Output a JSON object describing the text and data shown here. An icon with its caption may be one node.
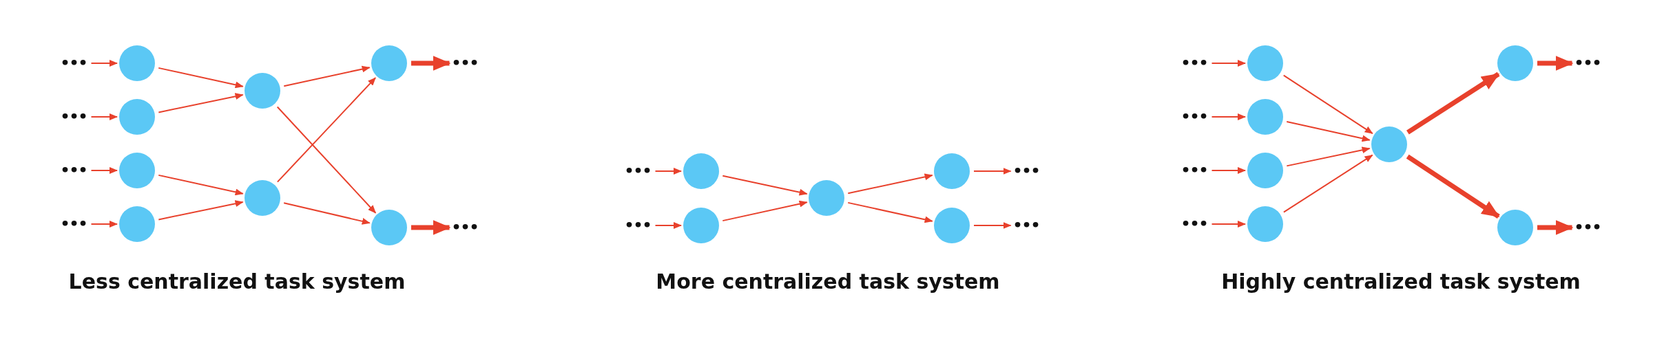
{
  "diagram": {
    "nodes": [
      {
        "text": [
          "•••"
        ]
      },
      {
        "text": [
          "•••"
        ]
      },
      {
        "text": [
          "•••"
        ]
      },
      {
        "text": [
          "•••"
        ]
      },
      {
        "text": [],
        "shape": "circle"
      },
      {
        "text": [],
        "shape": "circle"
      },
      {
        "text": [],
        "shape": "circle"
      },
      {
        "text": [],
        "shape": "circle"
      },
      {
        "text": [],
        "shape": "circle"
      },
      {
        "text": [],
        "shape": "circle"
      },
      {
        "text": [],
        "shape": "circle"
      },
      {
        "text": [],
        "shape": "circle"
      },
      {
        "text": [
          "•••"
        ]
      },
      {
        "text": [
          "•••"
        ]
      },
      {
        "text": [
          "•••"
        ]
      },
      {
        "text": [
          "•••"
        ]
      },
      {
        "text": [],
        "shape": "circle"
      },
      {
        "text": [],
        "shape": "circle"
      },
      {
        "text": [],
        "shape": "circle"
      },
      {
        "text": [],
        "shape": "circle"
      },
      {
        "text": [],
        "shape": "circle"
      },
      {
        "text": [
          "•••"
        ]
      },
      {
        "text": [
          "•••"
        ]
      },
      {
        "text": [
          "•••"
        ]
      },
      {
        "text": [
          "•••"
        ]
      },
      {
        "text": [
          "•••"
        ]
      },
      {
        "text": [
          "•••"
        ]
      },
      {
        "text": [],
        "shape": "circle"
      },
      {
        "text": [],
        "shape": "circle"
      },
      {
        "text": [],
        "shape": "circle"
      },
      {
        "text": [],
        "shape": "circle"
      },
      {
        "text": [],
        "shape": "circle"
      },
      {
        "text": [],
        "shape": "circle"
      },
      {
        "text": [],
        "shape": "circle"
      },
      {
        "text": [
          "•••"
        ]
      },
      {
        "text": [
          "•••"
        ]
      }
    ],
    "edges": [
      {
        "from": 0,
        "to": 4,
        "arrow": "to"
      },
      {
        "from": 1,
        "to": 5,
        "arrow": "to"
      },
      {
        "from": 2,
        "to": 6,
        "arrow": "to"
      },
      {
        "from": 3,
        "to": 7,
        "arrow": "to"
      },
      {
        "from": 4,
        "to": 8,
        "arrow": "to"
      },
      {
        "from": 5,
        "to": 8,
        "arrow": "to"
      },
      {
        "from": 6,
        "to": 9,
        "arrow": "to"
      },
      {
        "from": 7,
        "to": 9,
        "arrow": "to"
      },
      {
        "from": 8,
        "to": 10,
        "arrow": "to"
      },
      {
        "from": 8,
        "to": 11,
        "arrow": "to"
      },
      {
        "from": 9,
        "to": 10,
        "arrow": "to"
      },
      {
        "from": 9,
        "to": 11,
        "arrow": "to"
      },
      {
        "from": 10,
        "to": 12,
        "arrow": "to",
        "style": "thick"
      },
      {
        "from": 11,
        "to": 13,
        "arrow": "to",
        "style": "thick"
      },
      {
        "from": 14,
        "to": 16,
        "arrow": "to"
      },
      {
        "from": 15,
        "to": 17,
        "arrow": "to"
      },
      {
        "from": 16,
        "to": 18,
        "arrow": "to"
      },
      {
        "from": 17,
        "to": 18,
        "arrow": "to"
      },
      {
        "from": 18,
        "to": 19,
        "arrow": "to"
      },
      {
        "from": 18,
        "to": 20,
        "arrow": "to"
      },
      {
        "from": 19,
        "to": 21,
        "arrow": "to"
      },
      {
        "from": 20,
        "to": 22,
        "arrow": "to"
      },
      {
        "from": 23,
        "to": 27,
        "arrow": "to"
      },
      {
        "from": 24,
        "to": 28,
        "arrow": "to"
      },
      {
        "from": 25,
        "to": 29,
        "arrow": "to"
      },
      {
        "from": 26,
        "to": 30,
        "arrow": "to"
      },
      {
        "from": 27,
        "to": 31,
        "arrow": "to"
      },
      {
        "from": 28,
        "to": 31,
        "arrow": "to"
      },
      {
        "from": 29,
        "to": 31,
        "arrow": "to"
      },
      {
        "from": 30,
        "to": 31,
        "arrow": "to"
      },
      {
        "from": 31,
        "to": 32,
        "arrow": "to",
        "style": "thick"
      },
      {
        "from": 31,
        "to": 33,
        "arrow": "to",
        "style": "thick"
      },
      {
        "from": 32,
        "to": 34,
        "arrow": "to",
        "style": "thick"
      },
      {
        "from": 33,
        "to": 35,
        "arrow": "to",
        "style": "thick"
      }
    ],
    "labels": [
      "Less centralized task system",
      "More centralized task system",
      "Highly centralized task system"
    ]
  }
}
